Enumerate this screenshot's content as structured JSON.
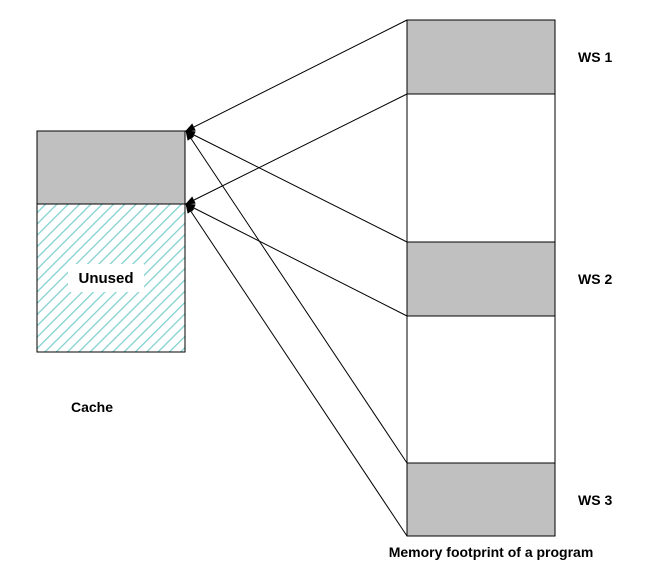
{
  "diagram": {
    "cache": {
      "caption": "Cache",
      "unused_label": "Unused"
    },
    "memory": {
      "caption": "Memory footprint of a program",
      "working_sets": [
        {
          "label": "WS 1"
        },
        {
          "label": "WS 2"
        },
        {
          "label": "WS 3"
        }
      ]
    },
    "colors": {
      "block_fill": "#c0c0c0",
      "hatch_stroke": "#7fcfcf",
      "line": "#000000"
    }
  }
}
